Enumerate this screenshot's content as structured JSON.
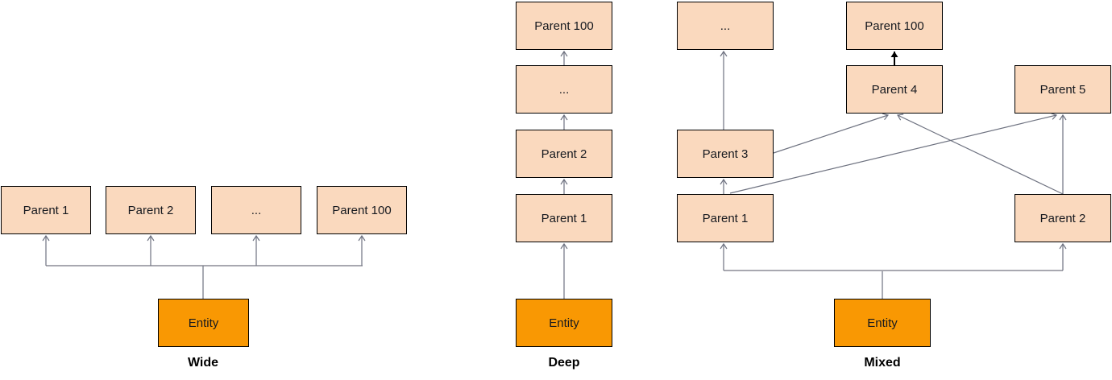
{
  "wide": {
    "caption": "Wide",
    "entity": "Entity",
    "nodes": [
      "Parent 1",
      "Parent 2",
      "...",
      "Parent 100"
    ],
    "edges": [
      "Entity → Parent 1",
      "Entity → Parent 2",
      "Entity → ...",
      "Entity → Parent 100"
    ]
  },
  "deep": {
    "caption": "Deep",
    "entity": "Entity",
    "nodes": [
      "Parent 1",
      "Parent 2",
      "...",
      "Parent 100"
    ],
    "edges": [
      "Entity → Parent 1",
      "Parent 1 → Parent 2",
      "Parent 2 → ...",
      "... → Parent 100"
    ]
  },
  "mixed": {
    "caption": "Mixed",
    "entity": "Entity",
    "nodes": {
      "p1": "Parent 1",
      "p2": "Parent 2",
      "p3": "Parent 3",
      "p4": "Parent 4",
      "p5": "Parent 5",
      "more": "...",
      "p100": "Parent 100"
    },
    "edges": [
      "Entity → Parent 1",
      "Entity → Parent 2",
      "Parent 1 → Parent 3",
      "Parent 1 → Parent 5",
      "Parent 3 → ...",
      "Parent 3 → Parent 4",
      "Parent 2 → Parent 4",
      "Parent 2 → Parent 5",
      "Parent 4 → Parent 100"
    ]
  },
  "colors": {
    "entity_fill": "#f99803",
    "parent_fill": "#fad9be",
    "node_border": "#000000",
    "connector": "#6e7280",
    "bus": "#a8a8b0",
    "bold_arrow": "#000000",
    "text": "#16191f"
  }
}
